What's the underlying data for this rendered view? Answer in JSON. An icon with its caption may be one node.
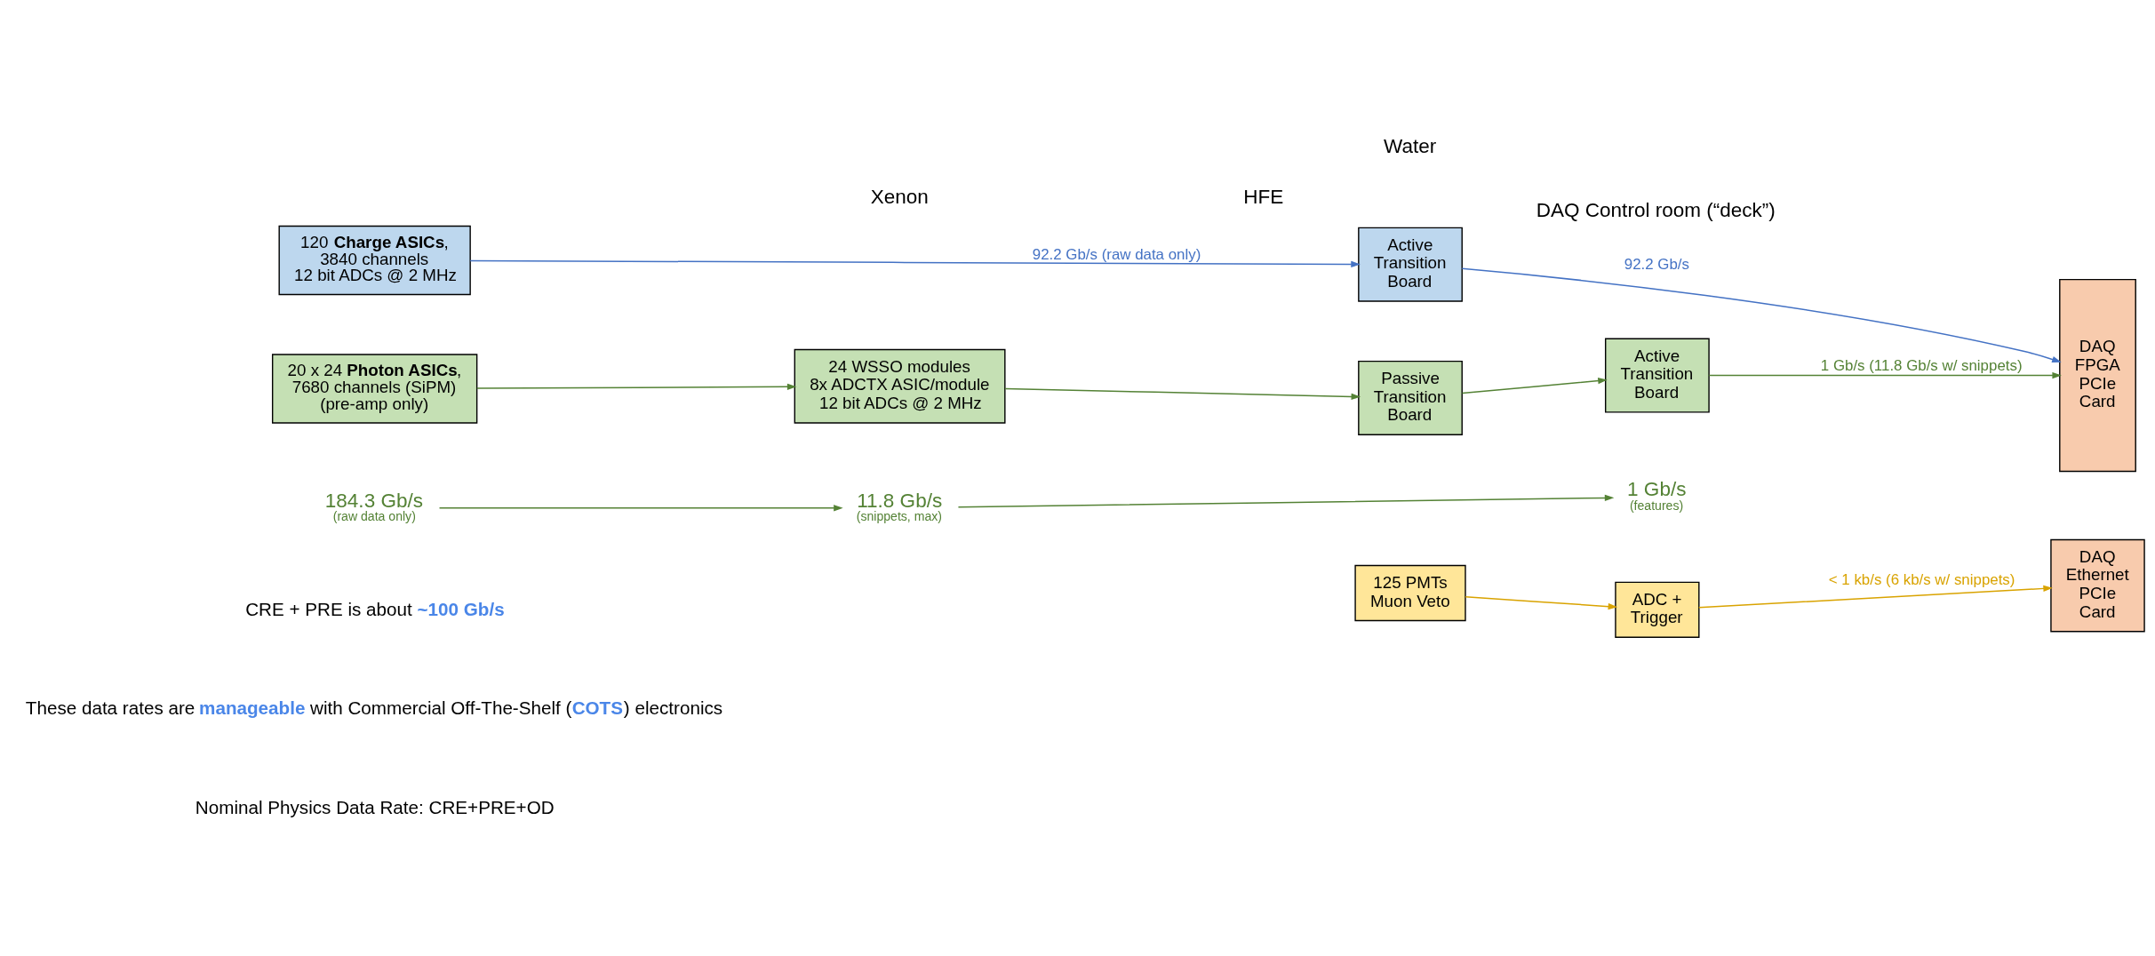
{
  "diagram": {
    "nodes": [
      {
        "text": [
          "120 **Charge ASICs**, 3840 channels 12 bit ADCs @ 2 MHz"
        ]
      },
      {
        "text": [
          "Active Transition Board"
        ]
      },
      {
        "text": [
          "DAQ FPGA PCIe Card"
        ]
      },
      {
        "text": [
          "20 x 24 **Photon ASICs**, 7680 channels (SiPM) (pre-amp only)"
        ]
      },
      {
        "text": [
          "24 WSSO modules 8x ADCTX ASIC/module 12 bit ADCs @ 2 MHz"
        ]
      },
      {
        "text": [
          "Passive Transition Board"
        ]
      },
      {
        "text": [
          "Active Transition Board"
        ]
      },
      {
        "text": [
          "184.3 Gb/s",
          "(raw data only)"
        ]
      },
      {
        "text": [
          "11.8 Gb/s",
          "(snippets, max)"
        ]
      },
      {
        "text": [
          "1 Gb/s",
          "(features)"
        ]
      },
      {
        "text": [
          "125 PMTs Muon Veto"
        ]
      },
      {
        "text": [
          "ADC + Trigger"
        ]
      },
      {
        "text": [
          "DAQ Ethernet PCIe Card"
        ]
      }
    ],
    "edges": [
      {
        "from": 0,
        "to": 1,
        "arrow": "to",
        "label": "92.2 Gb/s (raw data only)",
        "color": "#4472c4"
      },
      {
        "from": 1,
        "to": 2,
        "arrow": "to",
        "label": "92.2 Gb/s",
        "color": "#4472c4"
      },
      {
        "from": 3,
        "to": 4,
        "arrow": "to"
      },
      {
        "from": 4,
        "to": 5,
        "arrow": "to"
      },
      {
        "from": 5,
        "to": 6,
        "arrow": "to"
      },
      {
        "from": 6,
        "to": 2,
        "arrow": "to",
        "label": "1 Gb/s (11.8 Gb/s w/ snippets)"
      },
      {
        "from": 7,
        "to": 8,
        "arrow": "to"
      },
      {
        "from": 8,
        "to": 9,
        "arrow": "to"
      },
      {
        "from": 10,
        "to": 11,
        "arrow": "to",
        "color": "#d9a300"
      },
      {
        "from": 11,
        "to": 12,
        "arrow": "to",
        "label": "< 1 kb/s (6 kb/s w/ snippets)",
        "color": "#d9a300"
      }
    ],
    "labels": [
      "Xenon",
      "HFE",
      "Water",
      "DAQ Control room (“deck”)",
      "CRE + PRE is about **~100 Gb/s**",
      "These data rates are **manageable** with Commercial Off-The-Shelf (**COTS**) electronics",
      "Nominal Physics Data Rate: CRE+PRE+OD"
    ]
  }
}
